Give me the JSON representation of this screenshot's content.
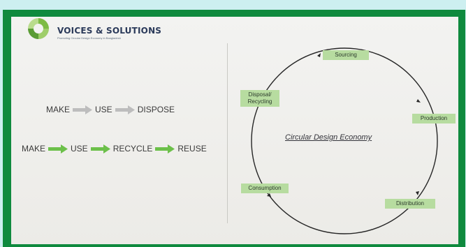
{
  "brand": {
    "title": "VOICES & SOLUTIONS",
    "subtitle": "Promoting Circular Design Economy in Bangladesh"
  },
  "linear_flow": [
    "MAKE",
    "USE",
    "DISPOSE"
  ],
  "circular_flow": [
    "MAKE",
    "USE",
    "RECYCLE",
    "REUSE"
  ],
  "cycle": {
    "center_label": "Circular Design Economy",
    "stages": {
      "sourcing": "Sourcing",
      "production": "Production",
      "distribution": "Distribution",
      "consumption": "Consumption",
      "disposal": "Disposal/ Recycling"
    }
  },
  "colors": {
    "frame_green": "#0f8a3e",
    "arrow_gray": "#bdbdbd",
    "arrow_green": "#6cc04a",
    "node_green": "#b7dca0",
    "text_navy": "#2b3a5a"
  }
}
